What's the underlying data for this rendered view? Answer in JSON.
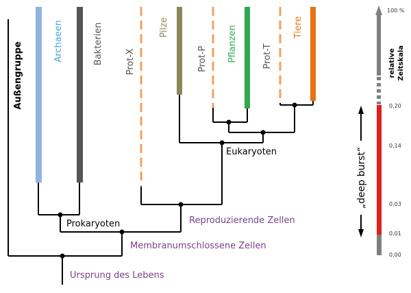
{
  "colors": {
    "line": "#000000",
    "archaeen": "#8fb4dc",
    "bakterien": "#555555",
    "pilze": "#8e8658",
    "pflanzen": "#2fa84f",
    "tiere": "#e8730e",
    "dashed": "#f0a060",
    "purple": "#7a3f8a",
    "burst": "#e02020",
    "scale_gray": "#7f7f7f"
  },
  "taxa": {
    "aussengruppe": "Außengruppe",
    "archaeen": "Archaeen",
    "bakterien": "Bakterien",
    "protx": "Prot-X",
    "pilze": "Pilze",
    "protp": "Prot-P",
    "pflanzen": "Pflanzen",
    "prott": "Prot-T",
    "tiere": "Tiere"
  },
  "nodes": {
    "ursprung": "Ursprung des Lebens",
    "membran": "Membranumschlossene Zellen",
    "reproduzierend": "Reproduzierende Zellen",
    "prokaryoten": "Prokaryoten",
    "eukaryoten": "Eukaryoten"
  },
  "scale": {
    "title_line1": "relative",
    "title_line2": "Zeitskala",
    "ticks": [
      "100 %",
      "0,20",
      "0,14",
      "0,03",
      "0,01",
      "0,00"
    ],
    "burst_label": "„deep burst“"
  }
}
